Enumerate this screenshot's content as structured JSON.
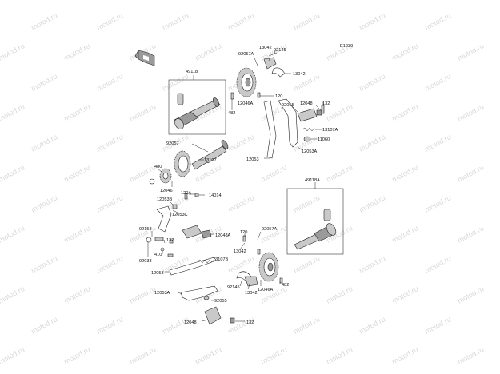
{
  "diagram": {
    "code": "E1230",
    "watermark": "motod.ru",
    "labels": [
      {
        "id": "l01",
        "text": "92057A"
      },
      {
        "id": "l02",
        "text": "13042"
      },
      {
        "id": "l03",
        "text": "92145"
      },
      {
        "id": "l04",
        "text": "13042"
      },
      {
        "id": "l05",
        "text": "49118"
      },
      {
        "id": "l06",
        "text": "12046A"
      },
      {
        "id": "l07",
        "text": "120"
      },
      {
        "id": "l08",
        "text": "482"
      },
      {
        "id": "l09",
        "text": "92055"
      },
      {
        "id": "l10",
        "text": "12048"
      },
      {
        "id": "l11",
        "text": "132"
      },
      {
        "id": "l12",
        "text": "13107A"
      },
      {
        "id": "l13",
        "text": "11060"
      },
      {
        "id": "l14",
        "text": "12053A"
      },
      {
        "id": "l15",
        "text": "92057"
      },
      {
        "id": "l16",
        "text": "480"
      },
      {
        "id": "l17",
        "text": "13107"
      },
      {
        "id": "l18",
        "text": "12053"
      },
      {
        "id": "l19",
        "text": "12046"
      },
      {
        "id": "l20",
        "text": "120A"
      },
      {
        "id": "l21",
        "text": "14014"
      },
      {
        "id": "l22",
        "text": "12053B"
      },
      {
        "id": "l23",
        "text": "12053C"
      },
      {
        "id": "l24",
        "text": "49118A"
      },
      {
        "id": "l25",
        "text": "92153"
      },
      {
        "id": "l26",
        "text": "132"
      },
      {
        "id": "l27",
        "text": "12048A"
      },
      {
        "id": "l28",
        "text": "120"
      },
      {
        "id": "l29",
        "text": "92057A"
      },
      {
        "id": "l30",
        "text": "410"
      },
      {
        "id": "l31",
        "text": "92033"
      },
      {
        "id": "l32",
        "text": "13042"
      },
      {
        "id": "l33",
        "text": "13107B"
      },
      {
        "id": "l34",
        "text": "12053"
      },
      {
        "id": "l35",
        "text": "12046A"
      },
      {
        "id": "l36",
        "text": "92145"
      },
      {
        "id": "l37",
        "text": "13042"
      },
      {
        "id": "l38",
        "text": "482"
      },
      {
        "id": "l39",
        "text": "12053A"
      },
      {
        "id": "l40",
        "text": "92055"
      },
      {
        "id": "l41",
        "text": "12048"
      },
      {
        "id": "l42",
        "text": "132"
      }
    ]
  }
}
